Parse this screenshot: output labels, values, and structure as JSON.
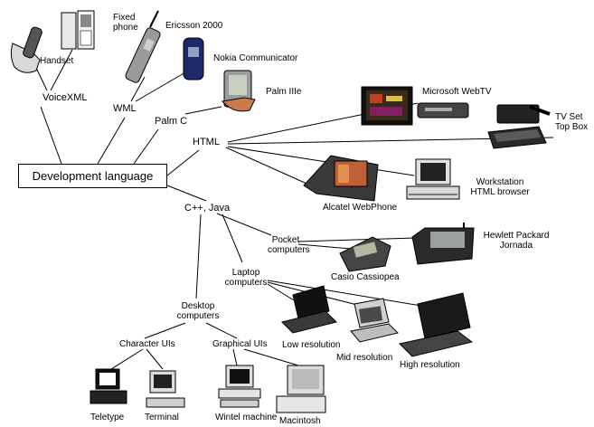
{
  "root": "Development language",
  "languages": {
    "voicexml": "VoiceXML",
    "wml": "WML",
    "palmc": "Palm C",
    "html": "HTML",
    "cpp_java": "C++, Java"
  },
  "categories": {
    "pocket": [
      "Pocket",
      "computers"
    ],
    "laptop": [
      "Laptop",
      "computers"
    ],
    "desktop": [
      "Desktop",
      "computers"
    ],
    "character_uis": "Character UIs",
    "graphical_uis": "Graphical UIs"
  },
  "devices": {
    "handset": "Handset",
    "fixed_phone": [
      "Fixed",
      "phone"
    ],
    "ericsson": "Ericsson 2000",
    "nokia": "Nokia Communicator",
    "palm": "Palm IIIe",
    "webtv": "Microsoft WebTV",
    "settop": [
      "TV Set",
      "Top Box"
    ],
    "webphone": "Alcatel WebPhone",
    "workstation": [
      "Workstation",
      "HTML browser"
    ],
    "hp": [
      "Hewlett Packard",
      "Jornada"
    ],
    "casio": "Casio Cassiopea",
    "low_res": "Low resolution",
    "mid_res": "Mid resolution",
    "high_res": "High resolution",
    "teletype": "Teletype",
    "terminal": "Terminal",
    "wintel": "Wintel machine",
    "macintosh": "Macintosh"
  }
}
